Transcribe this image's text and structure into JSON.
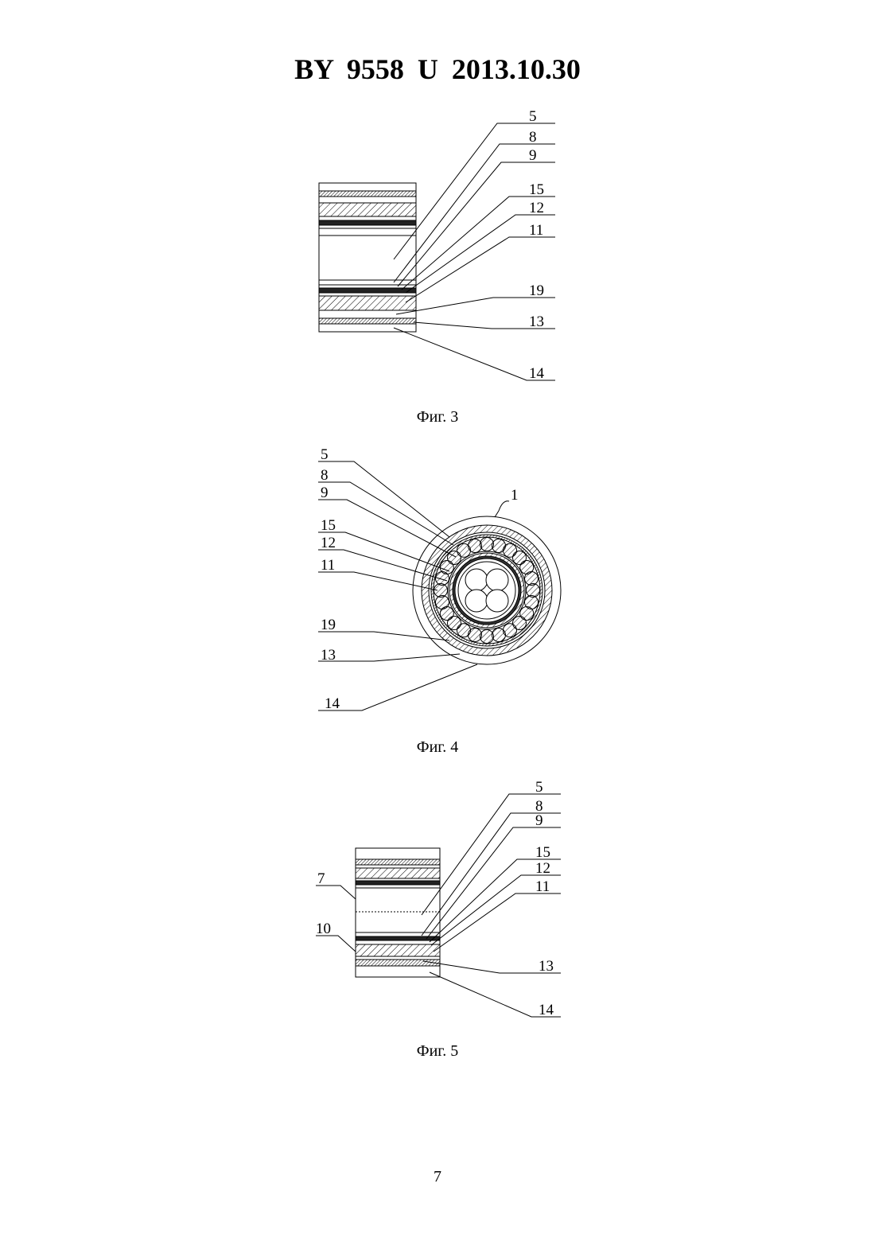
{
  "header": {
    "title": "BY  9558  U  2013.10.30"
  },
  "figures": [
    {
      "caption": "Фиг. 3",
      "labels": [
        "5",
        "8",
        "9",
        "15",
        "12",
        "11",
        "19",
        "13",
        "14"
      ]
    },
    {
      "caption": "Фиг. 4",
      "reference": "1",
      "labels": [
        "5",
        "8",
        "9",
        "15",
        "12",
        "11",
        "19",
        "13",
        "14"
      ]
    },
    {
      "caption": "Фиг. 5",
      "labels": [
        "5",
        "8",
        "9",
        "15",
        "12",
        "11",
        "13",
        "14",
        "7",
        "10"
      ]
    }
  ],
  "page_number": "7"
}
